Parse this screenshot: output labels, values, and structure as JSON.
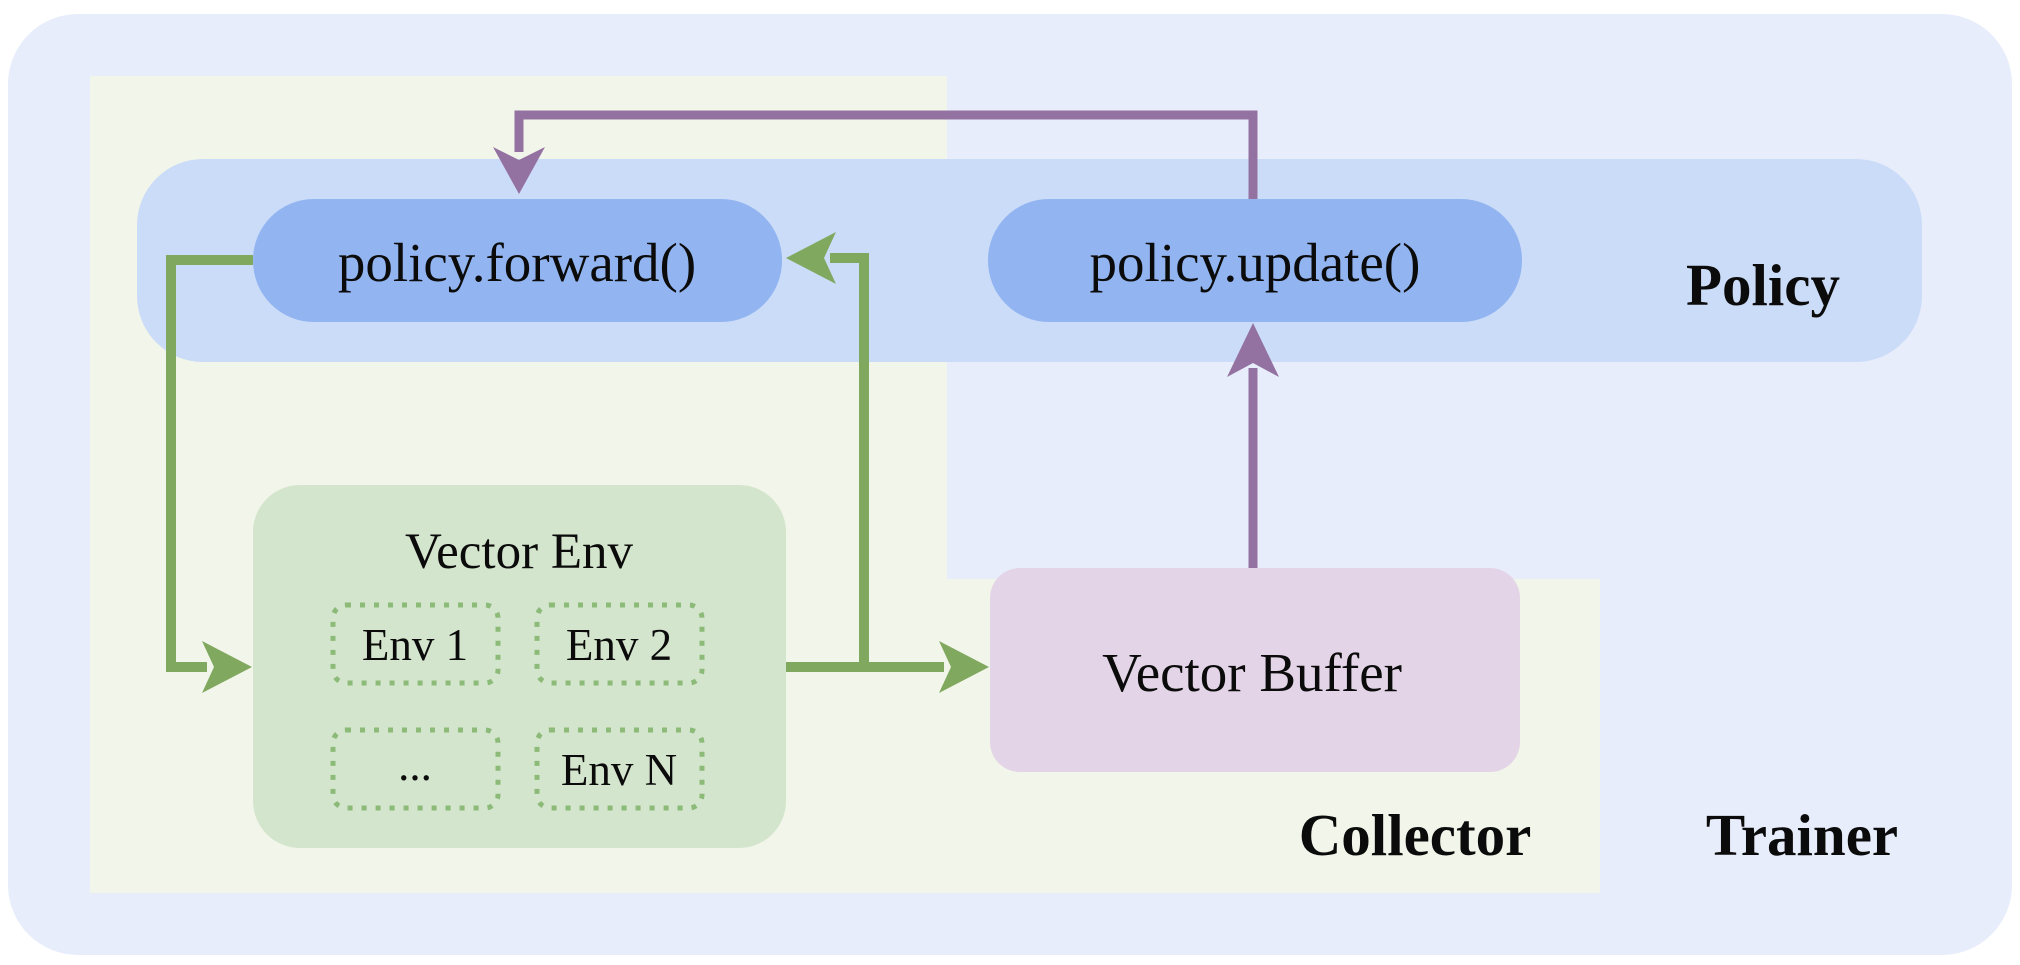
{
  "diagram": {
    "region_labels": {
      "policy": "Policy",
      "collector": "Collector",
      "trainer": "Trainer"
    },
    "nodes": {
      "policy_forward": "policy.forward()",
      "policy_update": "policy.update()",
      "vector_env_title": "Vector Env",
      "env_1": "Env 1",
      "env_2": "Env 2",
      "env_dots": "...",
      "env_n": "Env N",
      "vector_buffer": "Vector Buffer"
    },
    "arrows": {
      "forward_to_env": "green elbow arrow: policy.forward() left side down into Vector Env",
      "env_to_buffer": "green arrow: Vector Env right side into Vector Buffer",
      "env_branch_to_forward": "green elbow arrow: branch up into policy.forward() right side",
      "buffer_to_update": "purple arrow: Vector Buffer top up into policy.update() bottom",
      "update_to_forward": "purple elbow arrow: policy.update() top looping left down onto policy.forward()"
    },
    "colors": {
      "page_bg": "#ffffff",
      "trainer_bg": "#e8edfb",
      "collector_bg": "#f2f5e9",
      "policy_band": "#cbdcf8",
      "pill_blue": "#92b5f1",
      "env_fill": "#d4e5cd",
      "env_border_green": "#8cba78",
      "buffer_fill": "#e3d5e7",
      "arrow_green": "#80a85f",
      "arrow_purple": "#9372a1",
      "text": "#0b0b0b"
    }
  }
}
